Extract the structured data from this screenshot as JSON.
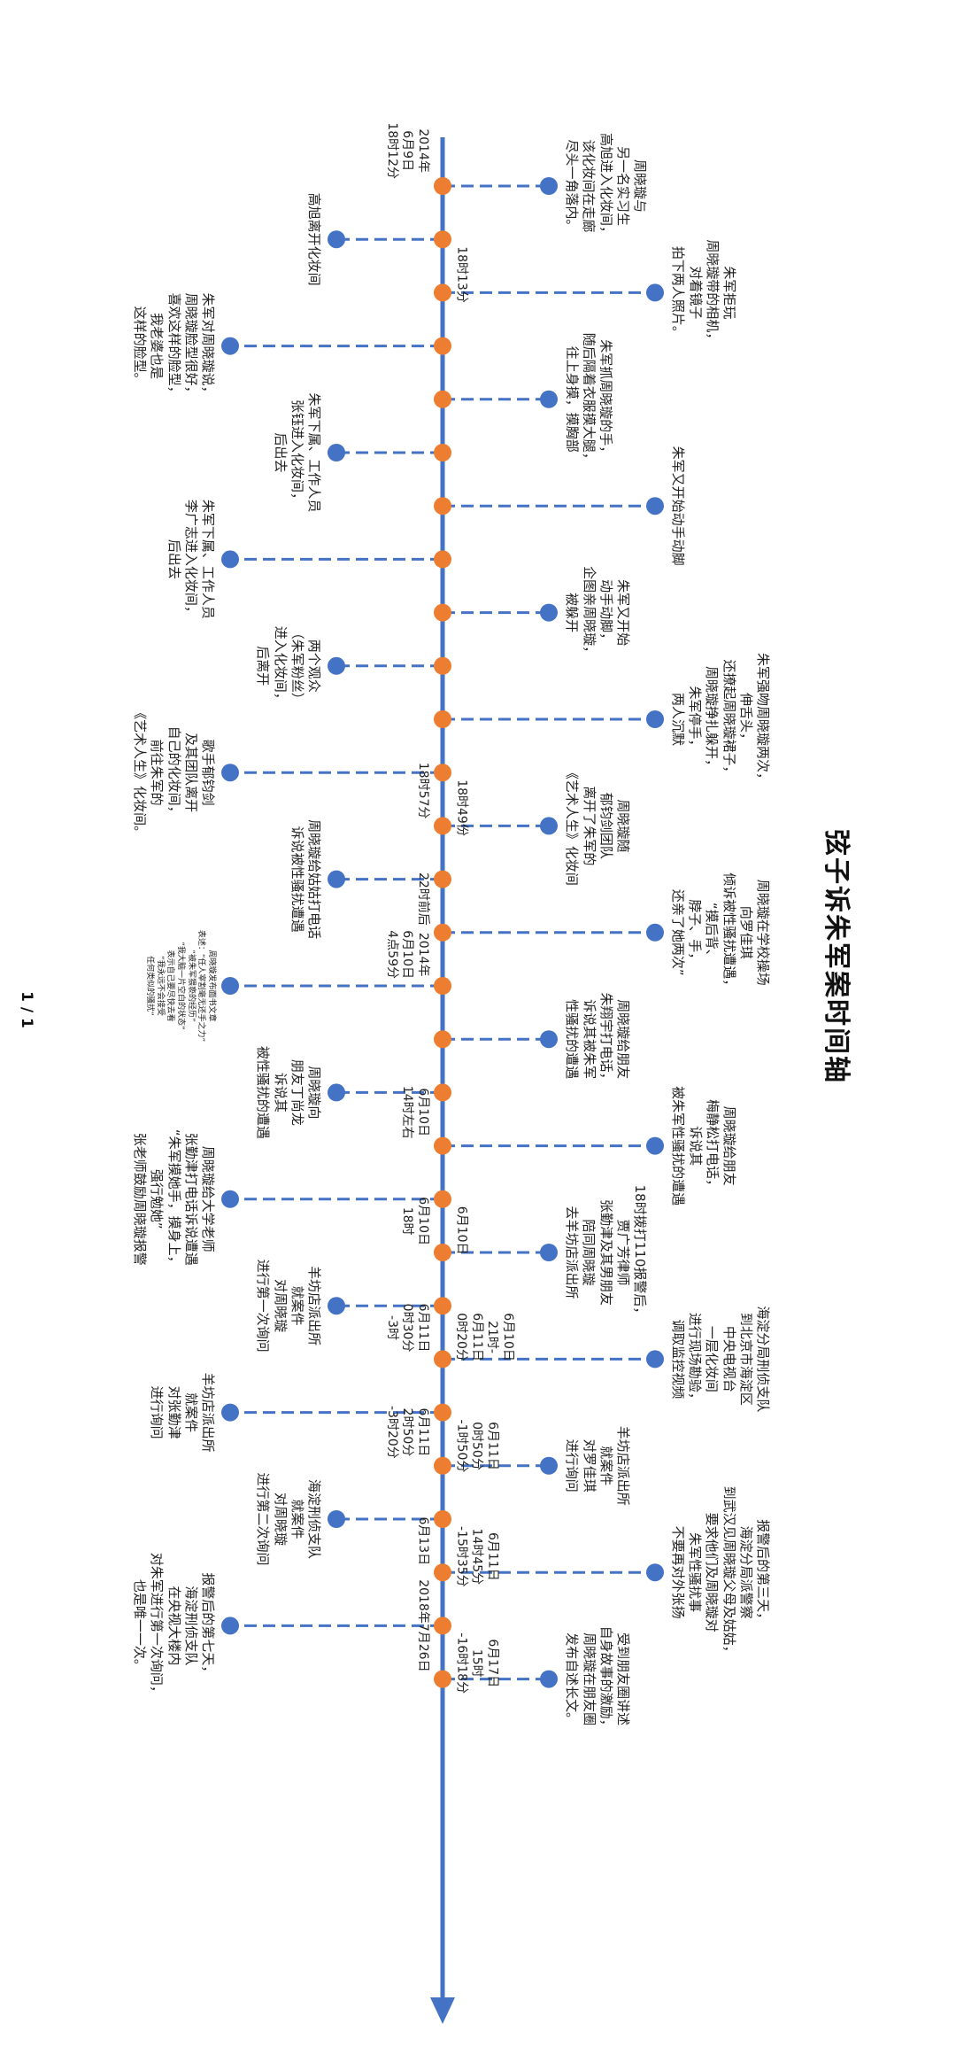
{
  "title": "弦子诉朱军案时间轴",
  "page_number": "1 / 1",
  "colors": {
    "axis": "#4472c4",
    "dot": "#ed7d31",
    "marker": "#4472c4"
  },
  "timeline": [
    {
      "time_above": "",
      "time_below": "2014年\n6月9日\n18时12分",
      "event": "周晓璇与\n另一名实习生\n高旭进入化妆间，\n该化妆间在走廊\n尽头一角落内。",
      "side": "above",
      "level": 1
    },
    {
      "time_above": "18时13分",
      "time_below": "",
      "event": "高旭离开化妆间",
      "side": "below",
      "level": 2
    },
    {
      "time_above": "",
      "time_below": "",
      "event": "朱军拒玩\n周晓璇带的相机，\n对着镜子\n拍下两人照片。",
      "side": "above",
      "level": 2
    },
    {
      "time_above": "",
      "time_below": "",
      "event": "朱军对周晓璇说，\n周晓璇脸型很好，\n喜欢这样的脸型，\n我老婆也是\n这样的脸型。",
      "side": "below",
      "level": 3
    },
    {
      "time_above": "",
      "time_below": "",
      "event": "朱军抓周晓璇的手，\n随后隔着衣服摸大腿，\n往上身摸，摸胸部",
      "side": "above",
      "level": 1
    },
    {
      "time_above": "",
      "time_below": "",
      "event": "朱军下属、工作人员\n张钰进入化妆间，\n后出去",
      "side": "below",
      "level": 2
    },
    {
      "time_above": "",
      "time_below": "",
      "event": "朱军又开始动手动脚",
      "side": "above",
      "level": 2
    },
    {
      "time_above": "",
      "time_below": "",
      "event": "朱军下属、工作人员\n李广志进入化妆间，\n后出去",
      "side": "below",
      "level": 3
    },
    {
      "time_above": "",
      "time_below": "",
      "event": "朱军又开始\n动手动脚，\n企图亲周晓璇，\n被躲开",
      "side": "above",
      "level": 1
    },
    {
      "time_above": "",
      "time_below": "",
      "event": "两个观众\n（朱军粉丝）\n进入化妆间，\n后离开",
      "side": "below",
      "level": 2
    },
    {
      "time_above": "",
      "time_below": "",
      "event": "朱军强吻周晓璇两次，\n伸舌头，\n还撩起周晓璇裙子，\n周晓璇挣扎躲开，\n朱军停手，\n两人沉默",
      "side": "above",
      "level": 2
    },
    {
      "time_above": "18时49份",
      "time_below": "",
      "event": "歌手郁钧剑\n及其团队离开\n自己的化妆间，\n前往朱军的\n《艺术人生》化妆间。",
      "side": "below",
      "level": 3
    },
    {
      "time_above": "",
      "time_below": "18时57分",
      "event": "周晓璇随\n郁钧剑团队\n离开了朱军的\n《艺术人生》化妆间",
      "side": "above",
      "level": 1
    },
    {
      "time_above": "",
      "time_below": "",
      "event": "周晓璇给姑姑打电话\n诉说被性骚扰遭遇",
      "side": "below",
      "level": 2
    },
    {
      "time_above": "",
      "time_below": "22时前后",
      "event": "周晓璇在学校操场\n向罗佳琪\n倾诉被性骚扰遭遇，\n“摸后背、\n脖子、手，\n还亲了她两次”",
      "side": "above",
      "level": 2
    },
    {
      "time_above": "",
      "time_below": "2014年\n6月10日\n4点59分",
      "event": "周晓璇发布面书文章\n表述：“任人宰割毫无还手之力”\n“被朱军猥亵的经历”\n“我大脑一片空白的状态”\n表示自己要尽快去看\n“我永远不会接受\n任何类似的骚扰”",
      "side": "below",
      "level": 3,
      "small": true
    },
    {
      "time_above": "",
      "time_below": "",
      "event": "周晓璇给朋友\n朱翔宇打电话，\n诉说其被朱军\n性骚扰的遭遇",
      "side": "above",
      "level": 1
    },
    {
      "time_above": "",
      "time_below": "",
      "event": "周晓璇向\n朋友丁尚龙\n诉说其\n被性骚扰的遭遇",
      "side": "below",
      "level": 2
    },
    {
      "time_above": "",
      "time_below": "6月10日\n14时左右",
      "event": "周晓璇给朋友\n梅静松打电话，\n诉说其\n被朱军性骚扰的遭遇",
      "side": "above",
      "level": 2
    },
    {
      "time_above": "6月10日",
      "time_below": "",
      "event": "周晓璇给大学老师\n张勤津打电话诉说遭遇\n“朱军摸她手，摸身上，\n强行勉她”\n张老师鼓励周晓璇报警",
      "side": "below",
      "level": 3
    },
    {
      "time_above": "",
      "time_below": "6月10日\n18时",
      "event": "18时拨打110报警后，\n贾广芳律师\n张勤津及其男朋友\n陪同周晓璇\n去羊坊店派出所",
      "side": "above",
      "level": 1
    },
    {
      "time_above": "6月10日\n21时-\n6月11日\n0时20分",
      "time_below": "",
      "event": "羊坊店派出所\n就案件\n对周晓璇\n进行第一次询问",
      "side": "below",
      "level": 2
    },
    {
      "time_above": "",
      "time_below": "6月11日\n0时30分\n-3时",
      "event": "海淀分局刑侦支队\n到北京市海淀区\n中央电视台\n一层化妆间\n进行现场勘验，\n调取监控视频",
      "side": "above",
      "level": 2
    },
    {
      "time_above": "6月11日\n0时50分\n-1时50分",
      "time_below": "",
      "event": "羊坊店派出所\n就案件\n对张勤津\n进行询问",
      "side": "below",
      "level": 3
    },
    {
      "time_above": "",
      "time_below": "6月11日\n2时50分\n-3时20分",
      "event": "羊坊店派出所\n就案件\n对罗佳琪\n进行询问",
      "side": "above",
      "level": 1
    },
    {
      "time_above": "6月11日\n14时45分\n-15时35分",
      "time_below": "",
      "event": "海淀刑侦支队\n就案件\n对周晓璇\n进行第二次询问",
      "side": "below",
      "level": 2
    },
    {
      "time_above": "",
      "time_below": "6月13日",
      "event": "报警后的第三天，\n海淀分局派警察\n到武汉见周晓璇父母及姑姑，\n要求他们及周晓璇对\n朱军性骚扰事\n不要再对外张扬",
      "side": "above",
      "level": 2
    },
    {
      "time_above": "6月17日\n15时\n-16时18分",
      "time_below": "",
      "event": "报警后的第七天，\n海淀刑侦支队\n在央视大楼内\n对朱军进行第一次询问，\n也是唯一一次。",
      "side": "below",
      "level": 3
    },
    {
      "time_above": "",
      "time_below": "2018年7月26日",
      "event": "受到朋友圈讲述\n自身故事的激励，\n周晓璇在朋友圈\n发布自述长文。",
      "side": "above",
      "level": 1
    }
  ]
}
